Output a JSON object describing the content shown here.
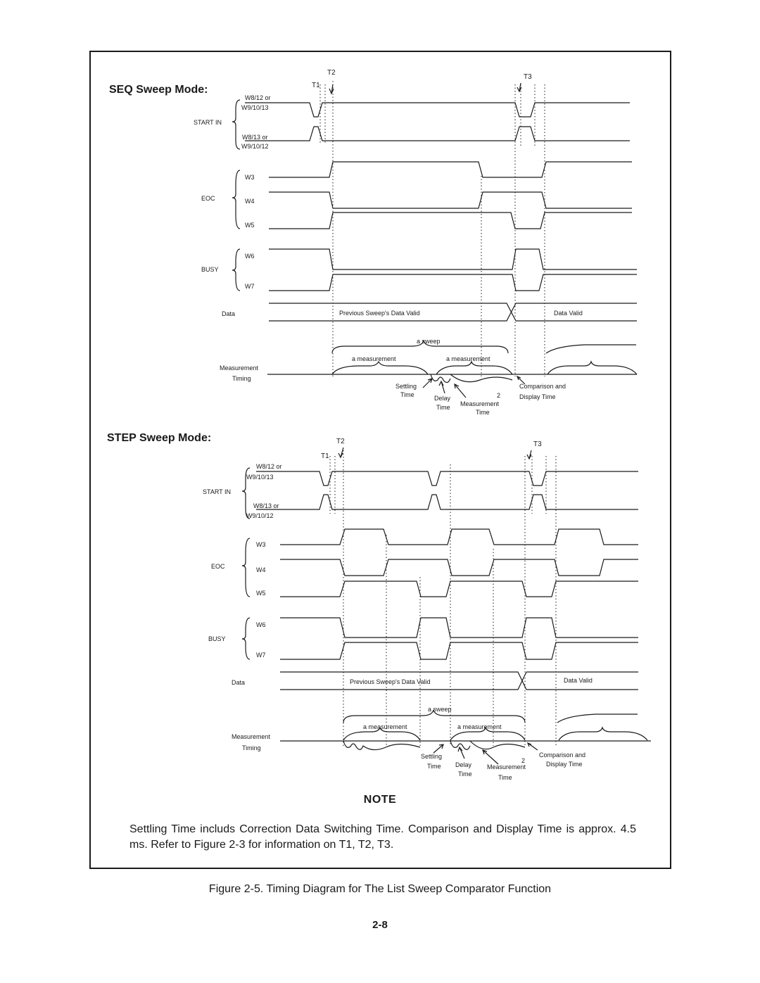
{
  "seq": {
    "title": "SEQ Sweep Mode:",
    "t1": "T1",
    "t2": "T2",
    "t3": "T3",
    "w812_or": "W8/12 or",
    "w91013": "W9/10/13",
    "start_in": "START IN",
    "w813_or": "W8/13 or",
    "w91012": "W9/10/12",
    "w3": "W3",
    "eoc": "EOC",
    "w4": "W4",
    "w5": "W5",
    "w6": "W6",
    "busy": "BUSY",
    "w7": "W7",
    "data": "Data",
    "prev_valid": "Previous Sweep's Data Valid",
    "data_valid": "Data Valid",
    "a_sweep": "a sweep",
    "a_measurement_1": "a measurement",
    "a_measurement_2": "a measurement",
    "measurement": "Measurement",
    "timing": "Timing",
    "settling": "Settling",
    "settling_time": "Time",
    "delay": "Delay",
    "delay_time": "Time",
    "meas_2": "2",
    "meas_label": "Measurement",
    "meas_time": "Time",
    "comparison": "Comparison and",
    "display_time": "Display Time"
  },
  "step": {
    "title": "STEP Sweep Mode:",
    "t1": "T1",
    "t2": "T2",
    "t3": "T3",
    "w812_or": "W8/12 or",
    "w91013": "W9/10/13",
    "start_in": "START IN",
    "w813_or": "W8/13 or",
    "w91012": "W9/10/12",
    "w3": "W3",
    "eoc": "EOC",
    "w4": "W4",
    "w5": "W5",
    "w6": "W6",
    "busy": "BUSY",
    "w7": "W7",
    "data": "Data",
    "prev_valid": "Previous Sweep's Data Valid",
    "data_valid": "Data Valid",
    "a_sweep": "a sweep",
    "a_measurement_1": "a measurement",
    "a_measurement_2": "a measurement",
    "measurement": "Measurement",
    "timing": "Timing",
    "settling": "Settling",
    "settling_time": "Time",
    "delay": "Delay",
    "delay_time": "Time",
    "meas_2": "2",
    "meas_label": "Measurement",
    "meas_time": "Time",
    "comparison": "Comparison and",
    "display_time": "Display Time"
  },
  "note": {
    "title": "NOTE",
    "body": "Settling Time includs Correction Data Switching Time. Comparison and Display Time is approx. 4.5 ms. Refer to Figure 2-3 for information on T1, T2, T3."
  },
  "caption": "Figure 2-5. Timing Diagram for The List Sweep Comparator Function",
  "page_number": "2-8"
}
